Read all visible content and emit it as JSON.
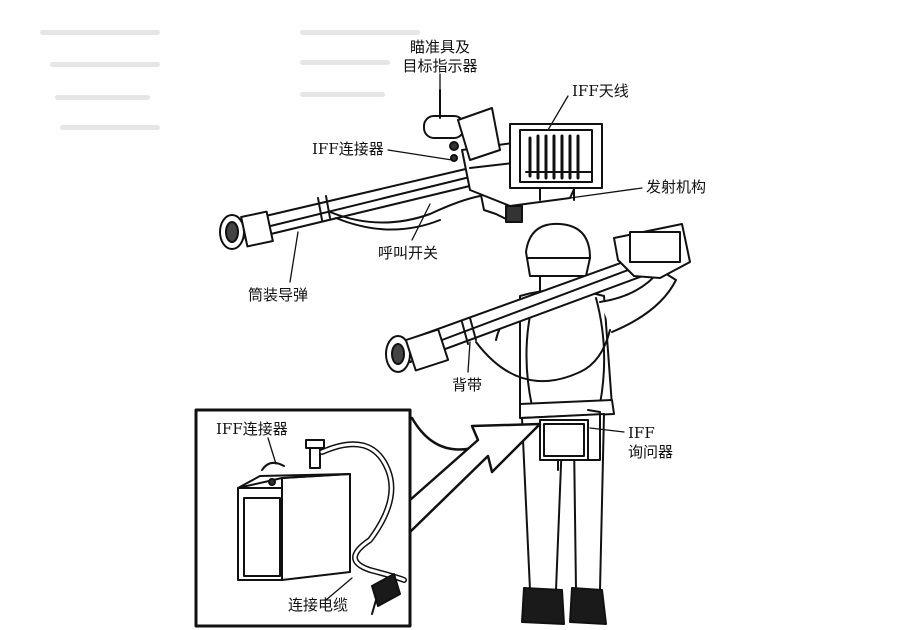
{
  "labels": {
    "sight": [
      "瞄准具及",
      "目标指示器"
    ],
    "iff_antenna": "IFF天线",
    "iff_connector_top": "IFF连接器",
    "launch_mechanism": "发射机构",
    "call_switch": "呼叫开关",
    "tube_missile": "筒装导弹",
    "strap": "背带",
    "iff_interrogator": [
      "IFF",
      "询问器"
    ],
    "iff_connector_inset": "IFF连接器",
    "cable": "连接电缆"
  },
  "colors": {
    "ink": "#111111",
    "fill": "#ffffff",
    "dark": "#1a1a1a"
  }
}
